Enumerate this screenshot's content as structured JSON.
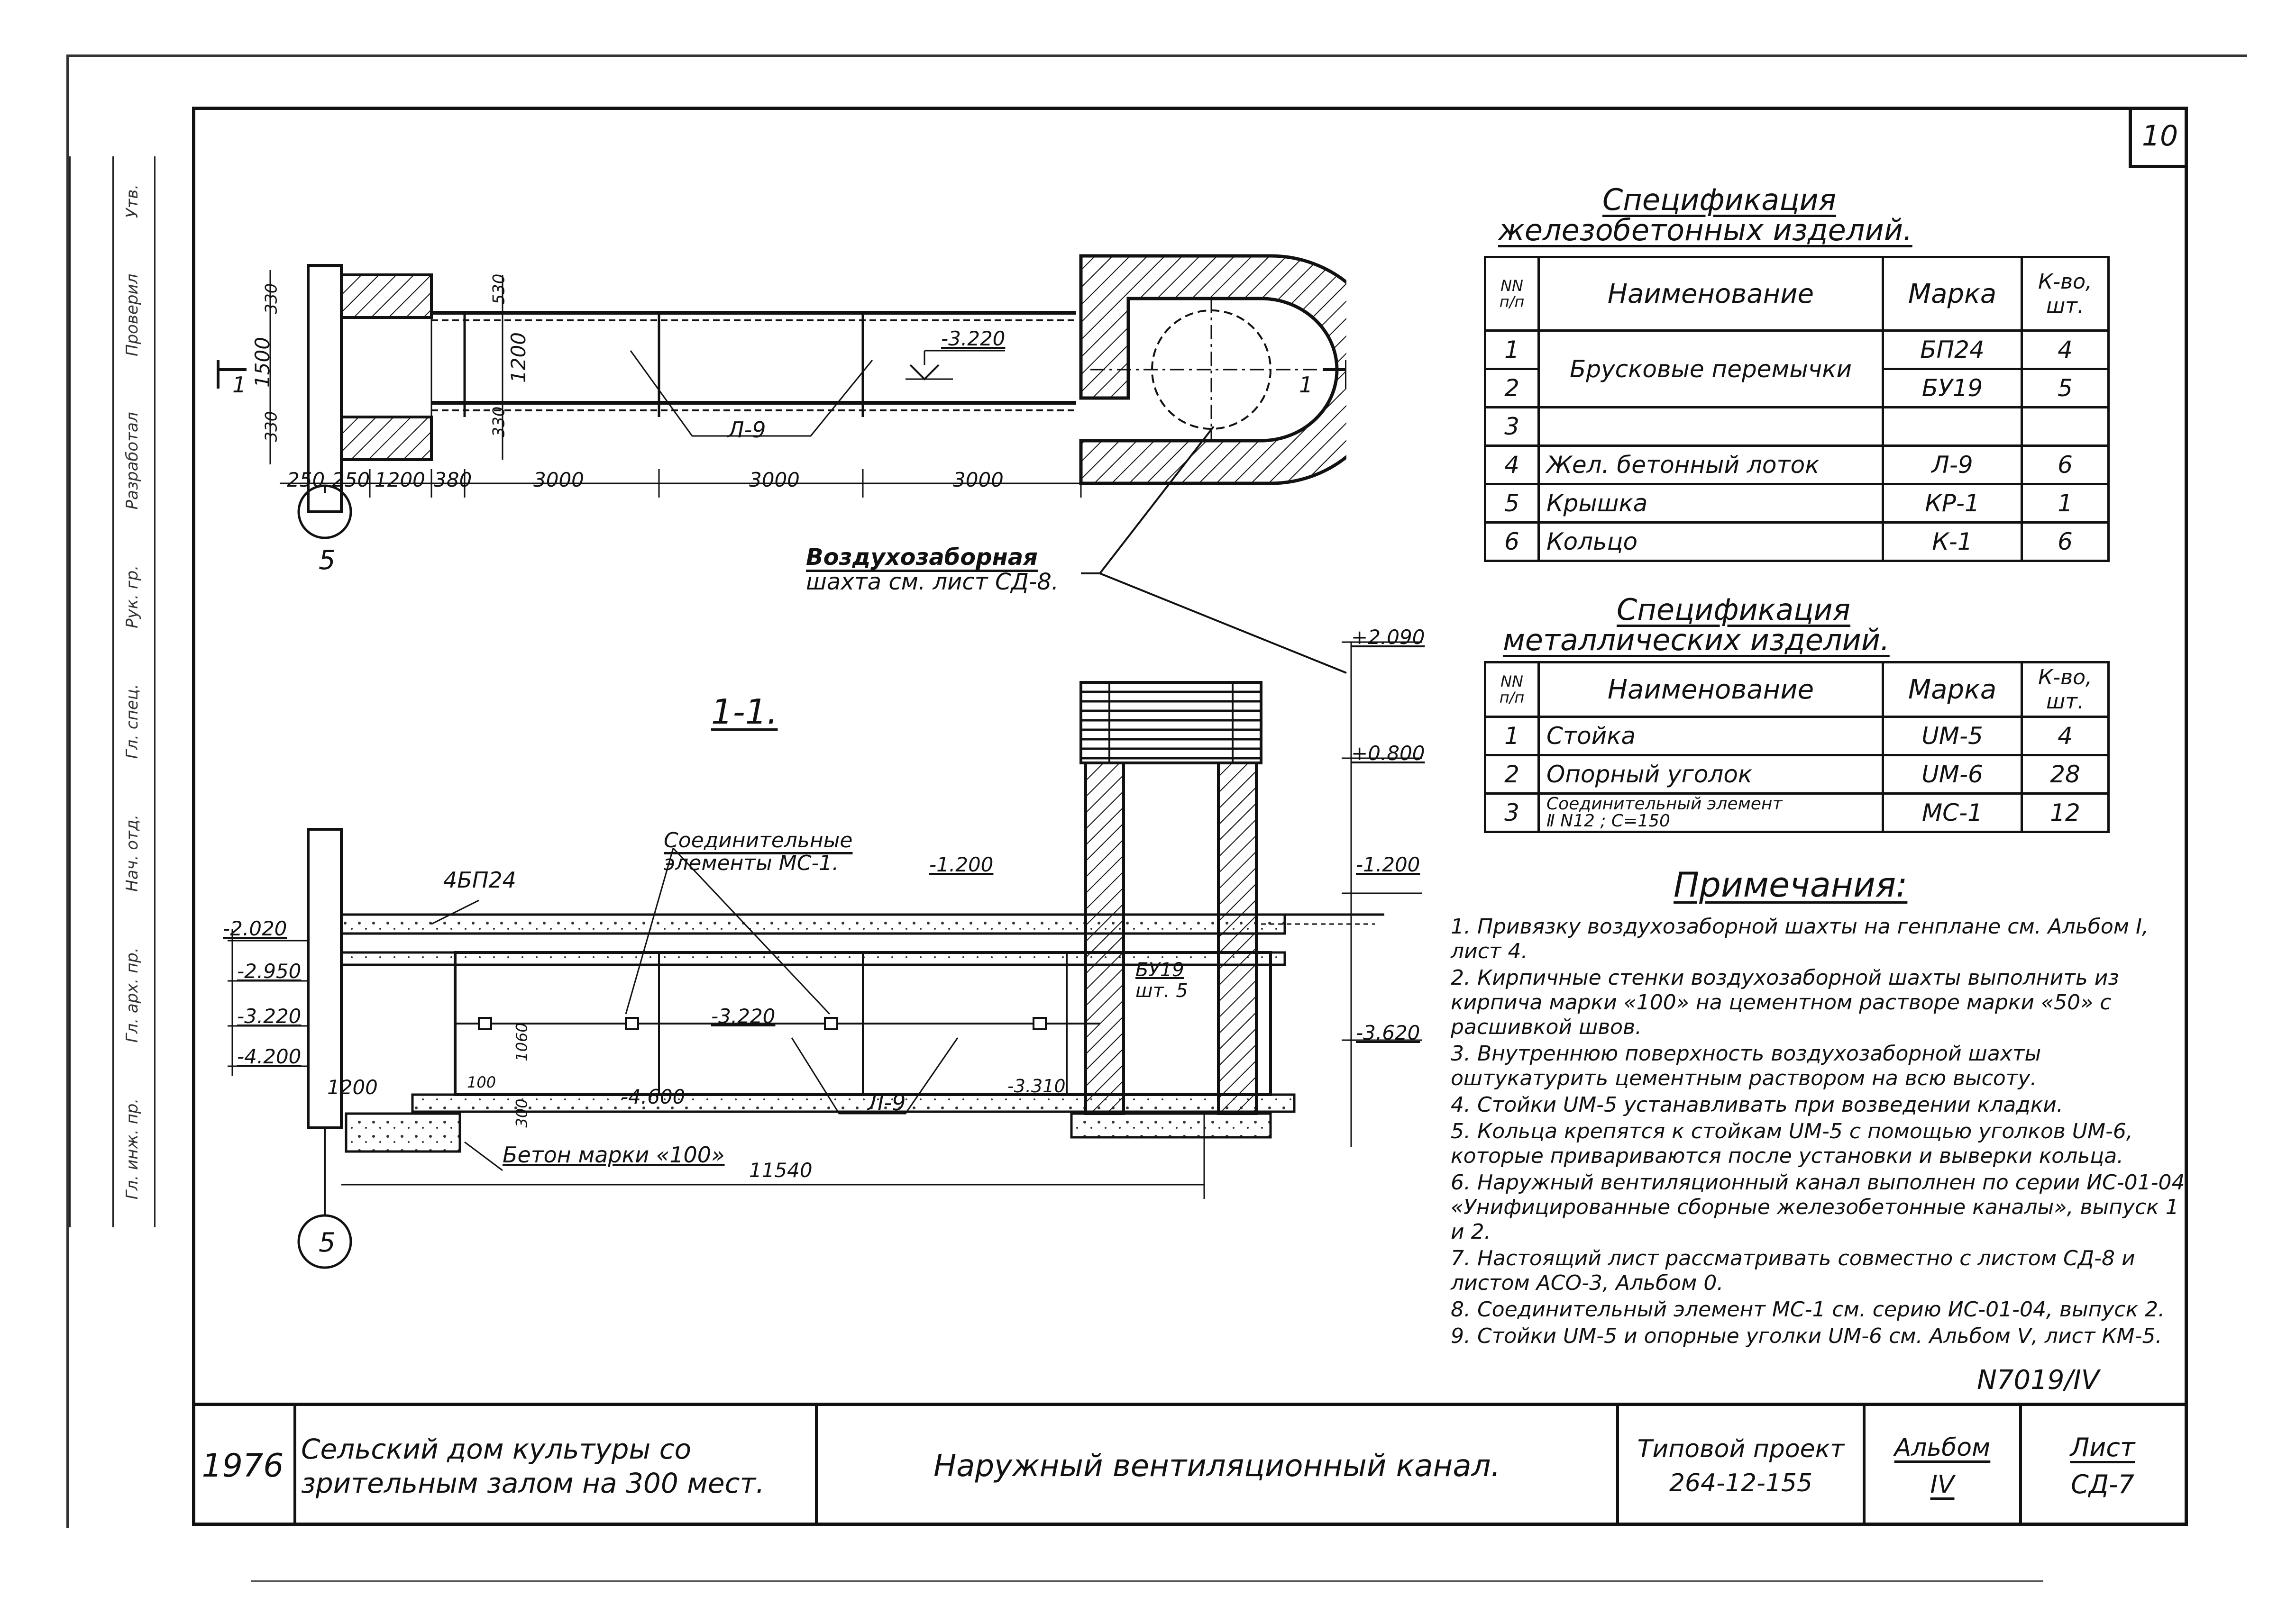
{
  "sheet_number_top": "10",
  "plan": {
    "dims_left": [
      "250",
      "250",
      "1200",
      "380"
    ],
    "dims_spans": [
      "3000",
      "3000",
      "3000"
    ],
    "vert_dims": [
      "1500",
      "330",
      "530",
      "1200",
      "330",
      "330"
    ],
    "level_label": "-3.220",
    "lintel_label": "Л-9",
    "cut_left": "1",
    "cut_right": "1",
    "axis_mark": "5"
  },
  "air_shaft_note": {
    "line1": "Воздухозаборная",
    "line2": "шахта см. лист СД-8."
  },
  "section": {
    "title": "1-1.",
    "levels": [
      "+2.090",
      "+0.800",
      "-1.200",
      "-1.200",
      "-3.620"
    ],
    "left_levels": [
      "-2.020",
      "-2.950",
      "-3.220",
      "-4.200"
    ],
    "label_4bp24": "4БП24",
    "connectors_line1": "Соединительные",
    "connectors_line2": "элементы МС-1.",
    "lintel_label": "Л-9",
    "by19_label": "БУ19",
    "by19_qty": "шт. 5",
    "level_mid": "-3.220",
    "level_bottom": "-3.310",
    "level_pit": "-4.600",
    "dim_1200": "1200",
    "dim_100": "100",
    "dim_1060": "1060",
    "dim_300": "300",
    "dim_total": "11540",
    "concrete_label": "Бетон марки «100»",
    "axis_mark": "5"
  },
  "spec_rc": {
    "title_line1": "Спецификация",
    "title_line2": "железобетонных изделий.",
    "headers": [
      "NN п/п",
      "Наименование",
      "Марка",
      "К-во, шт."
    ],
    "rows": [
      {
        "n": "1",
        "name": "Брусковые перемычки",
        "mark": "БП24",
        "qty": "4"
      },
      {
        "n": "2",
        "name": "",
        "mark": "БУ19",
        "qty": "5"
      },
      {
        "n": "3",
        "name": "",
        "mark": "",
        "qty": ""
      },
      {
        "n": "4",
        "name": "Жел. бетонный лоток",
        "mark": "Л-9",
        "qty": "6"
      },
      {
        "n": "5",
        "name": "Крышка",
        "mark": "КР-1",
        "qty": "1"
      },
      {
        "n": "6",
        "name": "Кольцо",
        "mark": "К-1",
        "qty": "6"
      }
    ]
  },
  "spec_metal": {
    "title_line1": "Спецификация",
    "title_line2": "металлических изделий.",
    "headers": [
      "NN п/п",
      "Наименование",
      "Марка",
      "К-во, шт."
    ],
    "rows": [
      {
        "n": "1",
        "name": "Стойка",
        "mark": "UM-5",
        "qty": "4"
      },
      {
        "n": "2",
        "name": "Опорный уголок",
        "mark": "UM-6",
        "qty": "28"
      },
      {
        "n": "3",
        "name": "Соединительный элемент",
        "name2": "Ⅱ N12 ; C=150",
        "mark": "MC-1",
        "qty": "12"
      }
    ]
  },
  "notes": {
    "title": "Примечания:",
    "items": [
      "1. Привязку воздухозаборной шахты на генплане см. Альбом I, лист 4.",
      "2. Кирпичные стенки воздухозаборной шахты выполнить из кирпича марки «100» на цементном растворе марки «50» с расшивкой швов.",
      "3. Внутреннюю поверхность воздухозаборной шахты оштукатурить цементным раствором на всю высоту.",
      "4. Стойки UM-5 устанавливать при возведении кладки.",
      "5. Кольца крепятся к стойкам UM-5 с помощью уголков UM-6, которые привариваются после установки и выверки кольца.",
      "6. Наружный вентиляционный канал выполнен по серии ИС-01-04 «Унифицированные сборные железобетонные каналы», выпуск 1 и 2.",
      "7. Настоящий лист рассматривать совместно с листом СД-8 и листом АСО-3, Альбом 0.",
      "8. Соединительный элемент МС-1 см. серию ИС-01-04, выпуск 2.",
      "9. Стойки UM-5 и опорные уголки UM-6 см. Альбом Ⅴ, лист КМ-5."
    ]
  },
  "title_block": {
    "code": "N7019/IV",
    "year": "1976",
    "project_line1": "Сельский дом культуры со",
    "project_line2": "зрительным залом на 300 мест.",
    "sheet_title": "Наружный вентиляционный канал.",
    "typical_label": "Типовой проект",
    "typical_value": "264-12-155",
    "album_label": "Альбом",
    "album_value": "IV",
    "sheet_label": "Лист",
    "sheet_value": "СД-7"
  },
  "side_stamp": {
    "rows": [
      "Гл. инж. пр.",
      "Гл. арх. пр.",
      "Нач. отд.",
      "Гл. спец.",
      "Рук. гр.",
      "Разработал",
      "Проверил",
      "Утв."
    ]
  }
}
